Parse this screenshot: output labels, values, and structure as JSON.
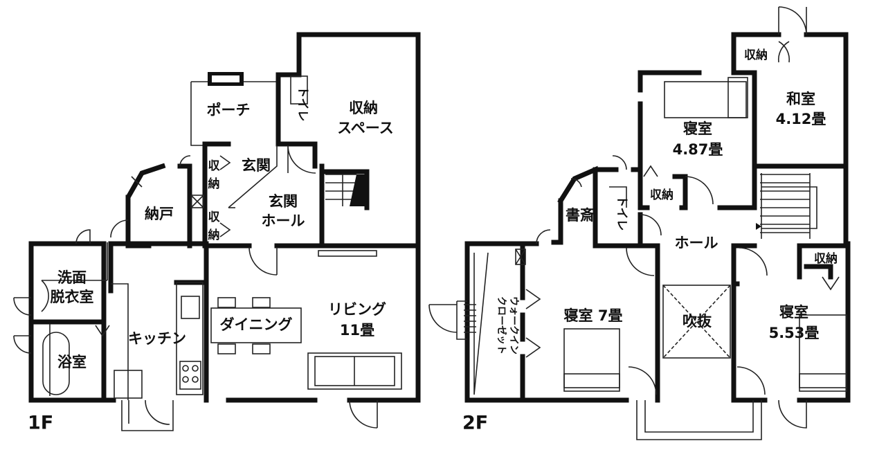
{
  "floor1": {
    "label": "1F",
    "rooms": {
      "porch": "ポーチ",
      "toilet": "トイレ",
      "storage_space_l1": "収納",
      "storage_space_l2": "スペース",
      "entrance": "玄関",
      "entrance_hall_l1": "玄関",
      "entrance_hall_l2": "ホール",
      "closet_a_l1": "収",
      "closet_a_l2": "納",
      "closet_b_l1": "収",
      "closet_b_l2": "納",
      "nando": "納戸",
      "washroom_l1": "洗面",
      "washroom_l2": "脱衣室",
      "bathroom": "浴室",
      "kitchen": "キッチン",
      "dining": "ダイニング",
      "living_l1": "リビング",
      "living_l2": "11畳"
    }
  },
  "floor2": {
    "label": "2F",
    "rooms": {
      "closet_top": "収納",
      "washitsu_l1": "和室",
      "washitsu_l2": "4.12畳",
      "bedroom1_l1": "寝室",
      "bedroom1_l2": "4.87畳",
      "closet_mid": "収納",
      "study": "書斎",
      "toilet": "トイレ",
      "hall": "ホール",
      "closet_right": "収納",
      "wic_l1": "ウォークイン",
      "wic_l2": "クローゼット",
      "bedroom2": "寝室 7畳",
      "void": "吹抜",
      "bedroom3_l1": "寝室",
      "bedroom3_l2": "5.53畳"
    }
  }
}
